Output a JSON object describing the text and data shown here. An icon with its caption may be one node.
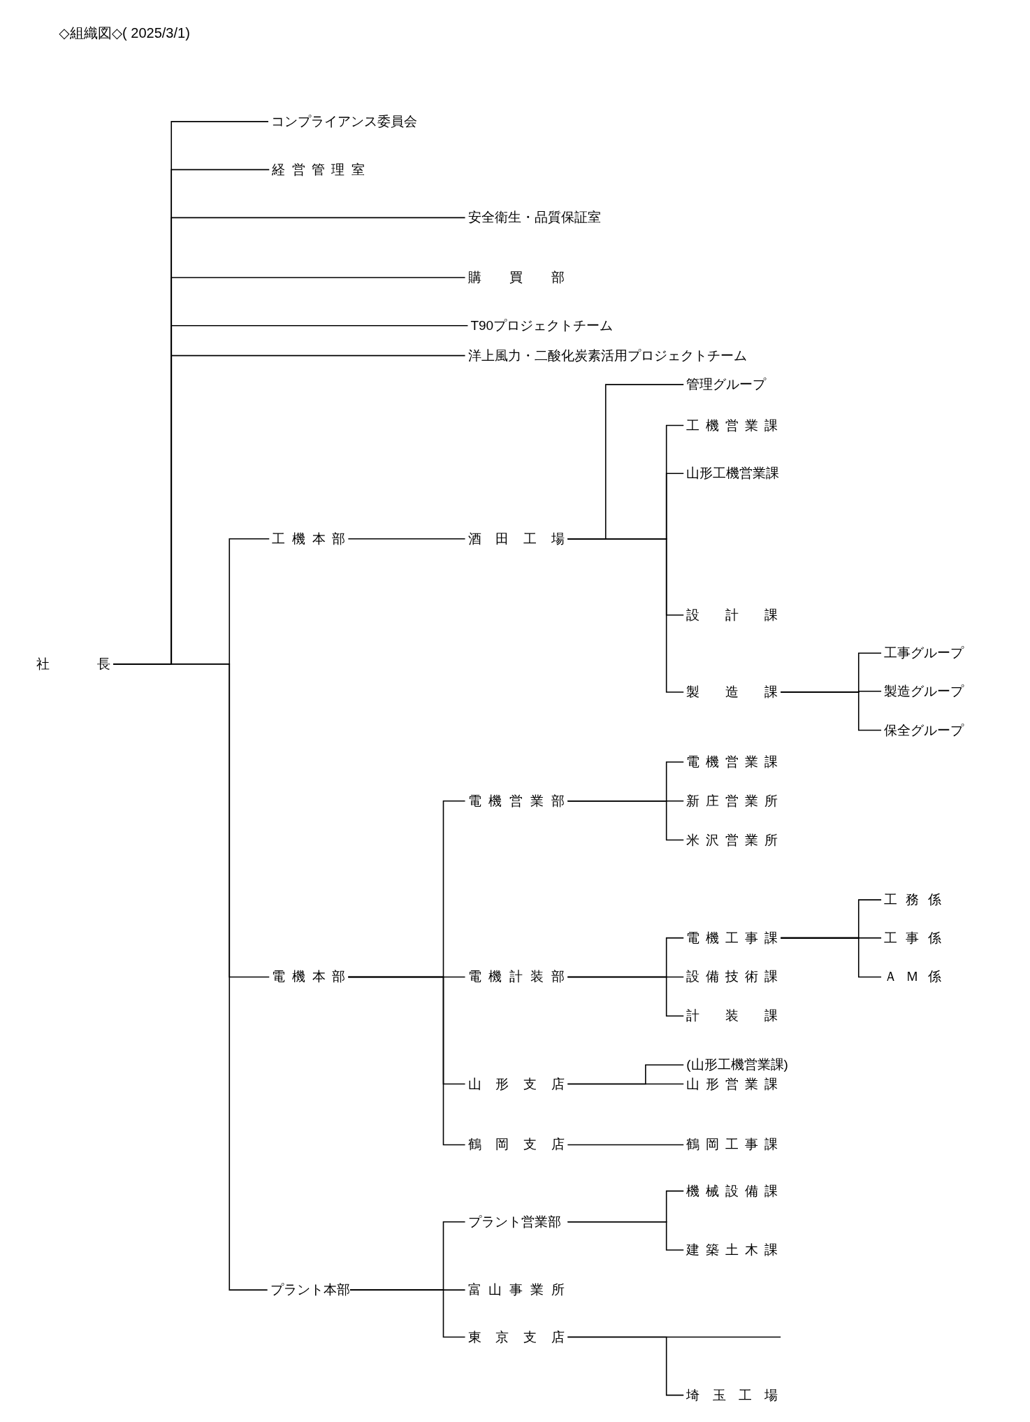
{
  "diagram": {
    "title": "◇組織図◇( 2025/3/1)",
    "nodes": [
      {
        "text": [
          "社長"
        ]
      },
      {
        "text": [
          "コンプライアンス委員会"
        ]
      },
      {
        "text": [
          "経営管理室"
        ]
      },
      {
        "text": [
          "安全衛生・品質保証室"
        ]
      },
      {
        "text": [
          "購買部"
        ]
      },
      {
        "text": [
          "T90プロジェクトチーム"
        ]
      },
      {
        "text": [
          "洋上風力・二酸化炭素活用プロジェクトチーム"
        ]
      },
      {
        "text": [
          "工機本部"
        ]
      },
      {
        "text": [
          "酒田工場"
        ]
      },
      {
        "text": [
          "管理グループ"
        ]
      },
      {
        "text": [
          "工機営業課"
        ]
      },
      {
        "text": [
          "山形工機営業課"
        ]
      },
      {
        "text": [
          "設計課"
        ]
      },
      {
        "text": [
          "製造課"
        ]
      },
      {
        "text": [
          "工事グループ"
        ]
      },
      {
        "text": [
          "製造グループ"
        ]
      },
      {
        "text": [
          "保全グループ"
        ]
      },
      {
        "text": [
          "電機本部"
        ]
      },
      {
        "text": [
          "電機営業部"
        ]
      },
      {
        "text": [
          "電機営業課"
        ]
      },
      {
        "text": [
          "新庄営業所"
        ]
      },
      {
        "text": [
          "米沢営業所"
        ]
      },
      {
        "text": [
          "電機計装部"
        ]
      },
      {
        "text": [
          "電機工事課"
        ]
      },
      {
        "text": [
          "設備技術課"
        ]
      },
      {
        "text": [
          "計装課"
        ]
      },
      {
        "text": [
          "工務係"
        ]
      },
      {
        "text": [
          "工事係"
        ]
      },
      {
        "text": [
          "ＡＭ係"
        ]
      },
      {
        "text": [
          "山形支店"
        ]
      },
      {
        "text": [
          "(山形工機営業課)"
        ]
      },
      {
        "text": [
          "山形営業課"
        ]
      },
      {
        "text": [
          "鶴岡支店"
        ]
      },
      {
        "text": [
          "鶴岡工事課"
        ]
      },
      {
        "text": [
          "プラント本部"
        ]
      },
      {
        "text": [
          "プラント営業部"
        ]
      },
      {
        "text": [
          "富山事業所"
        ]
      },
      {
        "text": [
          "東京支店"
        ]
      },
      {
        "text": [
          "埼玉工場"
        ]
      },
      {
        "text": [
          "機械設備課"
        ]
      },
      {
        "text": [
          "建築土木課"
        ]
      }
    ],
    "edges": [
      {
        "from": 0,
        "to": 1,
        "arrow": "none"
      },
      {
        "from": 0,
        "to": 2,
        "arrow": "none"
      },
      {
        "from": 0,
        "to": 3,
        "arrow": "none"
      },
      {
        "from": 0,
        "to": 4,
        "arrow": "none"
      },
      {
        "from": 0,
        "to": 5,
        "arrow": "none"
      },
      {
        "from": 0,
        "to": 6,
        "arrow": "none"
      },
      {
        "from": 0,
        "to": 7,
        "arrow": "none"
      },
      {
        "from": 0,
        "to": 17,
        "arrow": "none"
      },
      {
        "from": 0,
        "to": 34,
        "arrow": "none"
      },
      {
        "from": 7,
        "to": 8,
        "arrow": "none"
      },
      {
        "from": 8,
        "to": 9,
        "arrow": "none"
      },
      {
        "from": 8,
        "to": 10,
        "arrow": "none"
      },
      {
        "from": 8,
        "to": 11,
        "arrow": "none"
      },
      {
        "from": 8,
        "to": 12,
        "arrow": "none"
      },
      {
        "from": 8,
        "to": 13,
        "arrow": "none"
      },
      {
        "from": 13,
        "to": 14,
        "arrow": "none"
      },
      {
        "from": 13,
        "to": 15,
        "arrow": "none"
      },
      {
        "from": 13,
        "to": 16,
        "arrow": "none"
      },
      {
        "from": 17,
        "to": 18,
        "arrow": "none"
      },
      {
        "from": 17,
        "to": 22,
        "arrow": "none"
      },
      {
        "from": 17,
        "to": 29,
        "arrow": "none"
      },
      {
        "from": 17,
        "to": 32,
        "arrow": "none"
      },
      {
        "from": 18,
        "to": 19,
        "arrow": "none"
      },
      {
        "from": 18,
        "to": 20,
        "arrow": "none"
      },
      {
        "from": 18,
        "to": 21,
        "arrow": "none"
      },
      {
        "from": 22,
        "to": 23,
        "arrow": "none"
      },
      {
        "from": 22,
        "to": 24,
        "arrow": "none"
      },
      {
        "from": 22,
        "to": 25,
        "arrow": "none"
      },
      {
        "from": 23,
        "to": 26,
        "arrow": "none"
      },
      {
        "from": 23,
        "to": 27,
        "arrow": "none"
      },
      {
        "from": 23,
        "to": 28,
        "arrow": "none"
      },
      {
        "from": 29,
        "to": 30,
        "arrow": "none"
      },
      {
        "from": 29,
        "to": 31,
        "arrow": "none"
      },
      {
        "from": 32,
        "to": 33,
        "arrow": "none"
      },
      {
        "from": 34,
        "to": 35,
        "arrow": "none"
      },
      {
        "from": 34,
        "to": 36,
        "arrow": "none"
      },
      {
        "from": 34,
        "to": 37,
        "arrow": "none"
      },
      {
        "from": 35,
        "to": 39,
        "arrow": "none"
      },
      {
        "from": 35,
        "to": 40,
        "arrow": "none"
      },
      {
        "from": 37,
        "to": 38,
        "arrow": "none"
      },
      {
        "from": 37,
        "to": null,
        "arrow": "none"
      }
    ]
  }
}
